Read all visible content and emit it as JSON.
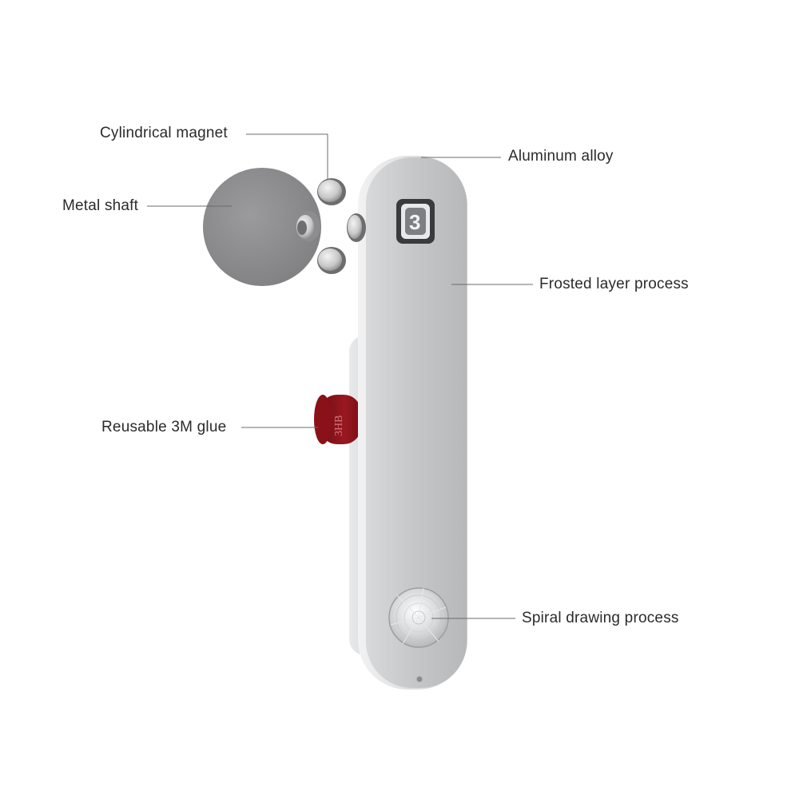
{
  "callouts": {
    "cylindrical_magnet": "Cylindrical magnet",
    "metal_shaft": "Metal shaft",
    "reusable_glue": "Reusable 3M glue",
    "aluminum_alloy": "Aluminum alloy",
    "frosted_layer": "Frosted layer process",
    "spiral_drawing": "Spiral drawing process"
  },
  "product": {
    "logo_glyph": "3",
    "glue_imprint": "3HB"
  },
  "icons": {
    "magnet": "cylindrical-magnet-icon",
    "plate": "metal-plate-icon",
    "logo": "brand-logo-icon",
    "spiral": "spiral-disc-icon",
    "glue": "glue-pad-icon"
  },
  "colors": {
    "background": "#ffffff",
    "aluminum": "#c9cbcd",
    "metal_plate": "#8f8f91",
    "glue": "#8e1218",
    "callout_line": "#6b6b6b",
    "text": "#2b2b2b"
  }
}
